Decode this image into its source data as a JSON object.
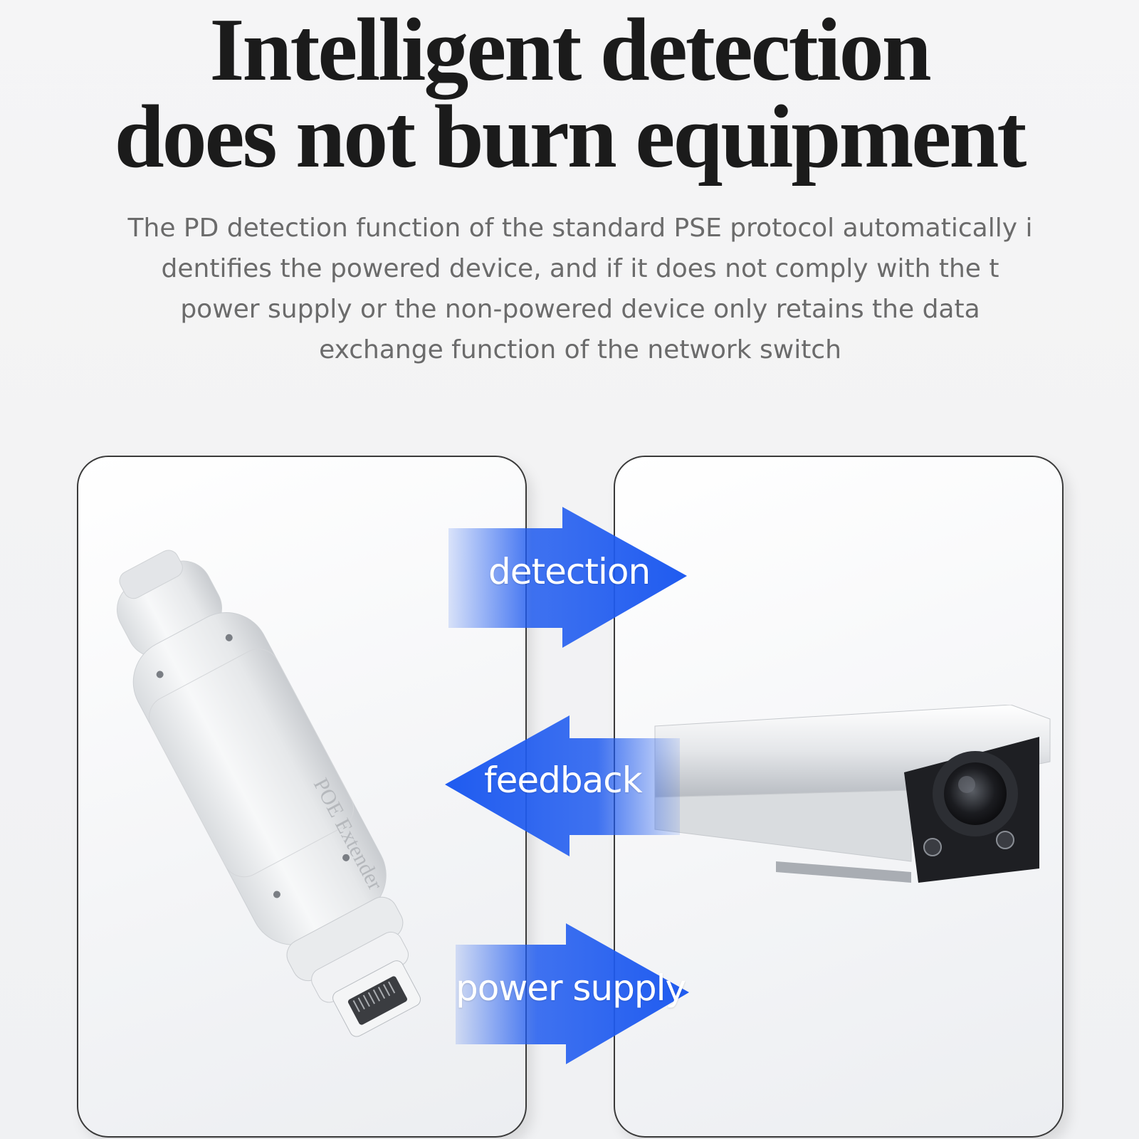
{
  "headline": {
    "line1": "Intelligent detection",
    "line2": "does not burn equipment"
  },
  "description": {
    "lines": [
      "The PD detection function of the standard PSE protocol automatically i",
      "dentifies the powered device, and if it does not comply with the t",
      "power supply or the non-powered device only retains the data",
      "exchange function of the network switch"
    ]
  },
  "device": {
    "printed_label": "POE Extender"
  },
  "arrows": {
    "detection": "detection",
    "feedback": "feedback",
    "power_supply": "power supply"
  },
  "colors": {
    "arrow_blue": "#1f5bf0",
    "headline": "#1b1b1b",
    "body_text": "#6b6b6b",
    "panel_border": "#3a3a3a"
  }
}
